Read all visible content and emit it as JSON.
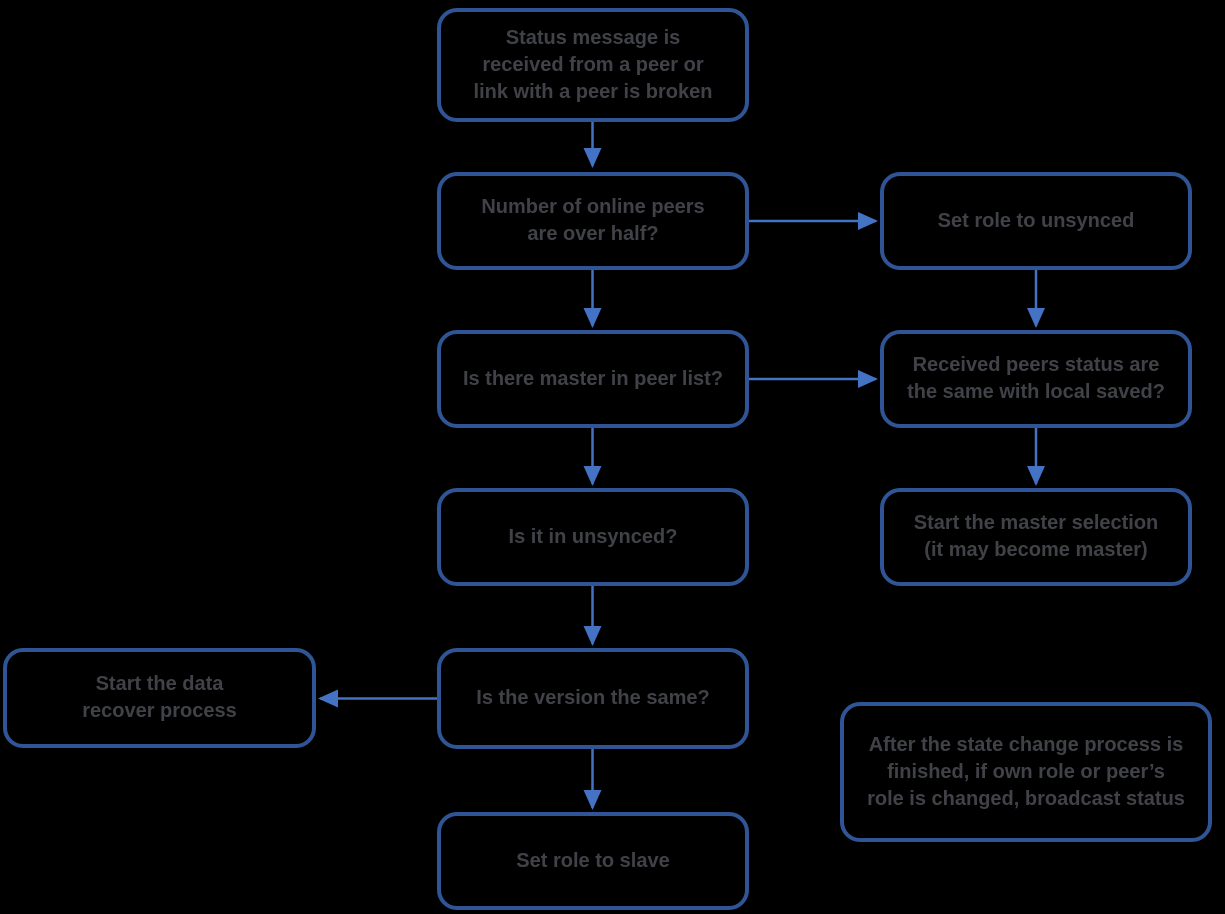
{
  "diagram": {
    "title": "Peer status / role state-change flowchart",
    "type": "flowchart"
  },
  "colors": {
    "background": "#000000",
    "box_border": "#2f5597",
    "arrow": "#4472c4",
    "text": "#404247"
  },
  "nodes": [
    {
      "id": "status-message",
      "label": "Status message is\nreceived from a peer or\nlink with a peer is broken"
    },
    {
      "id": "online-peers-over-half",
      "label": "Number of online peers\nare over half?"
    },
    {
      "id": "set-role-unsynced",
      "label": "Set role to unsynced"
    },
    {
      "id": "master-in-peer-list",
      "label": "Is there master in peer list?"
    },
    {
      "id": "received-status-same",
      "label": "Received peers status are\nthe same with local saved?"
    },
    {
      "id": "is-it-unsynced",
      "label": "Is it in unsynced?"
    },
    {
      "id": "start-master-selection",
      "label": "Start the master selection\n(it may become master)"
    },
    {
      "id": "start-data-recover",
      "label": "Start the data\nrecover process"
    },
    {
      "id": "is-version-same",
      "label": "Is the version the same?"
    },
    {
      "id": "set-role-slave",
      "label": "Set role to slave"
    },
    {
      "id": "broadcast-note",
      "label": "After the state change process is\nfinished, if own role or peer’s\nrole is changed, broadcast status"
    }
  ],
  "edges": [
    {
      "from": "status-message",
      "to": "online-peers-over-half"
    },
    {
      "from": "online-peers-over-half",
      "to": "set-role-unsynced"
    },
    {
      "from": "online-peers-over-half",
      "to": "master-in-peer-list"
    },
    {
      "from": "set-role-unsynced",
      "to": "received-status-same"
    },
    {
      "from": "master-in-peer-list",
      "to": "received-status-same"
    },
    {
      "from": "master-in-peer-list",
      "to": "is-it-unsynced"
    },
    {
      "from": "received-status-same",
      "to": "start-master-selection"
    },
    {
      "from": "is-it-unsynced",
      "to": "is-version-same"
    },
    {
      "from": "is-version-same",
      "to": "start-data-recover"
    },
    {
      "from": "is-version-same",
      "to": "set-role-slave"
    }
  ]
}
